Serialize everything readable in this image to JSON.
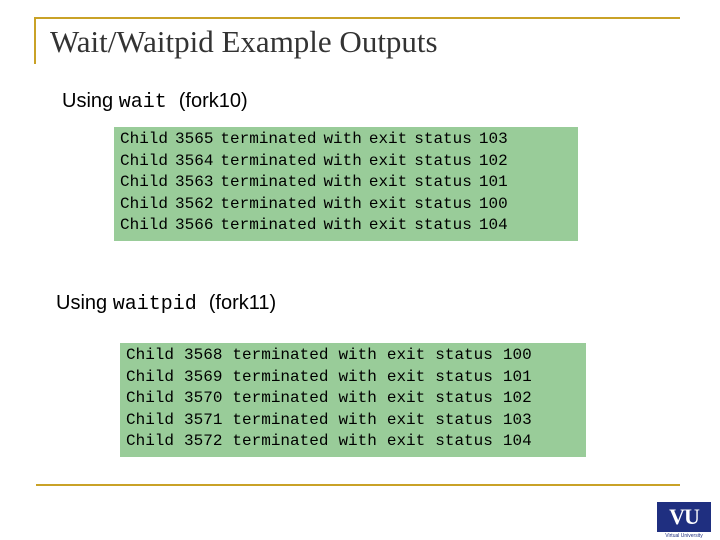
{
  "title": "Wait/Waitpid Example Outputs",
  "section_wait": {
    "prefix": "Using ",
    "func": "wait",
    "space": " ",
    "program": "(fork10)"
  },
  "section_waitpid": {
    "prefix": "Using ",
    "func": "waitpid",
    "space": " ",
    "program": "(fork11)"
  },
  "output_wait": [
    [
      "Child",
      "3565",
      "terminated",
      "with",
      "exit",
      "status",
      "103"
    ],
    [
      "Child",
      "3564",
      "terminated",
      "with",
      "exit",
      "status",
      "102"
    ],
    [
      "Child",
      "3563",
      "terminated",
      "with",
      "exit",
      "status",
      "101"
    ],
    [
      "Child",
      "3562",
      "terminated",
      "with",
      "exit",
      "status",
      "100"
    ],
    [
      "Child",
      "3566",
      "terminated",
      "with",
      "exit",
      "status",
      "104"
    ]
  ],
  "output_waitpid": [
    [
      "Child",
      "3568",
      "terminated",
      "with",
      "exit",
      "status",
      "100"
    ],
    [
      "Child",
      "3569",
      "terminated",
      "with",
      "exit",
      "status",
      "101"
    ],
    [
      "Child",
      "3570",
      "terminated",
      "with",
      "exit",
      "status",
      "102"
    ],
    [
      "Child",
      "3571",
      "terminated",
      "with",
      "exit",
      "status",
      "103"
    ],
    [
      "Child",
      "3572",
      "terminated",
      "with",
      "exit",
      "status",
      "104"
    ]
  ],
  "logo": {
    "mark": "VU",
    "text": "Virtual University"
  },
  "colors": {
    "accent_rule": "#c9a227",
    "output_bg": "#99cc99",
    "logo_bg": "#1f2f80"
  }
}
